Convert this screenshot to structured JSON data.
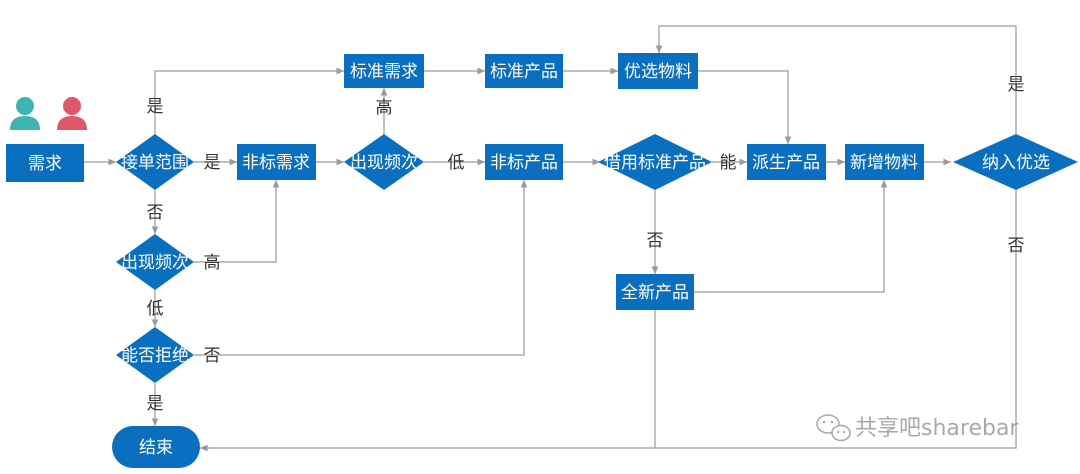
{
  "colors": {
    "node": "#0b6fbf",
    "edge": "#9a9a9a",
    "user1": "#3fb3b0",
    "user2": "#e0566b"
  },
  "icons": [
    "user-icon-teal",
    "user-icon-red",
    "wechat-icon"
  ],
  "nodes": {
    "demand": "需求",
    "order_scope": "接单范围",
    "nonstd_demand": "非标需求",
    "freq_top": "出现频次",
    "std_demand": "标准需求",
    "std_product": "标准产品",
    "preferred_material": "优选物料",
    "nonstd_product": "非标产品",
    "borrow_std": "借用标准产品",
    "derived_product": "派生产品",
    "new_material": "新增物料",
    "include_preferred": "纳入优选",
    "freq_left": "出现频次",
    "reject": "能否拒绝",
    "new_product": "全新产品",
    "end": "结束"
  },
  "edge_labels": {
    "scope_yes_up": "是",
    "scope_yes_right": "是",
    "scope_no": "否",
    "freq_high_up": "高",
    "freq_low": "低",
    "borrow_can": "能",
    "borrow_no": "否",
    "left_high": "高",
    "left_low": "低",
    "reject_no": "否",
    "reject_yes": "是",
    "include_yes": "是",
    "include_no": "否"
  },
  "watermark": "共享吧sharebar"
}
